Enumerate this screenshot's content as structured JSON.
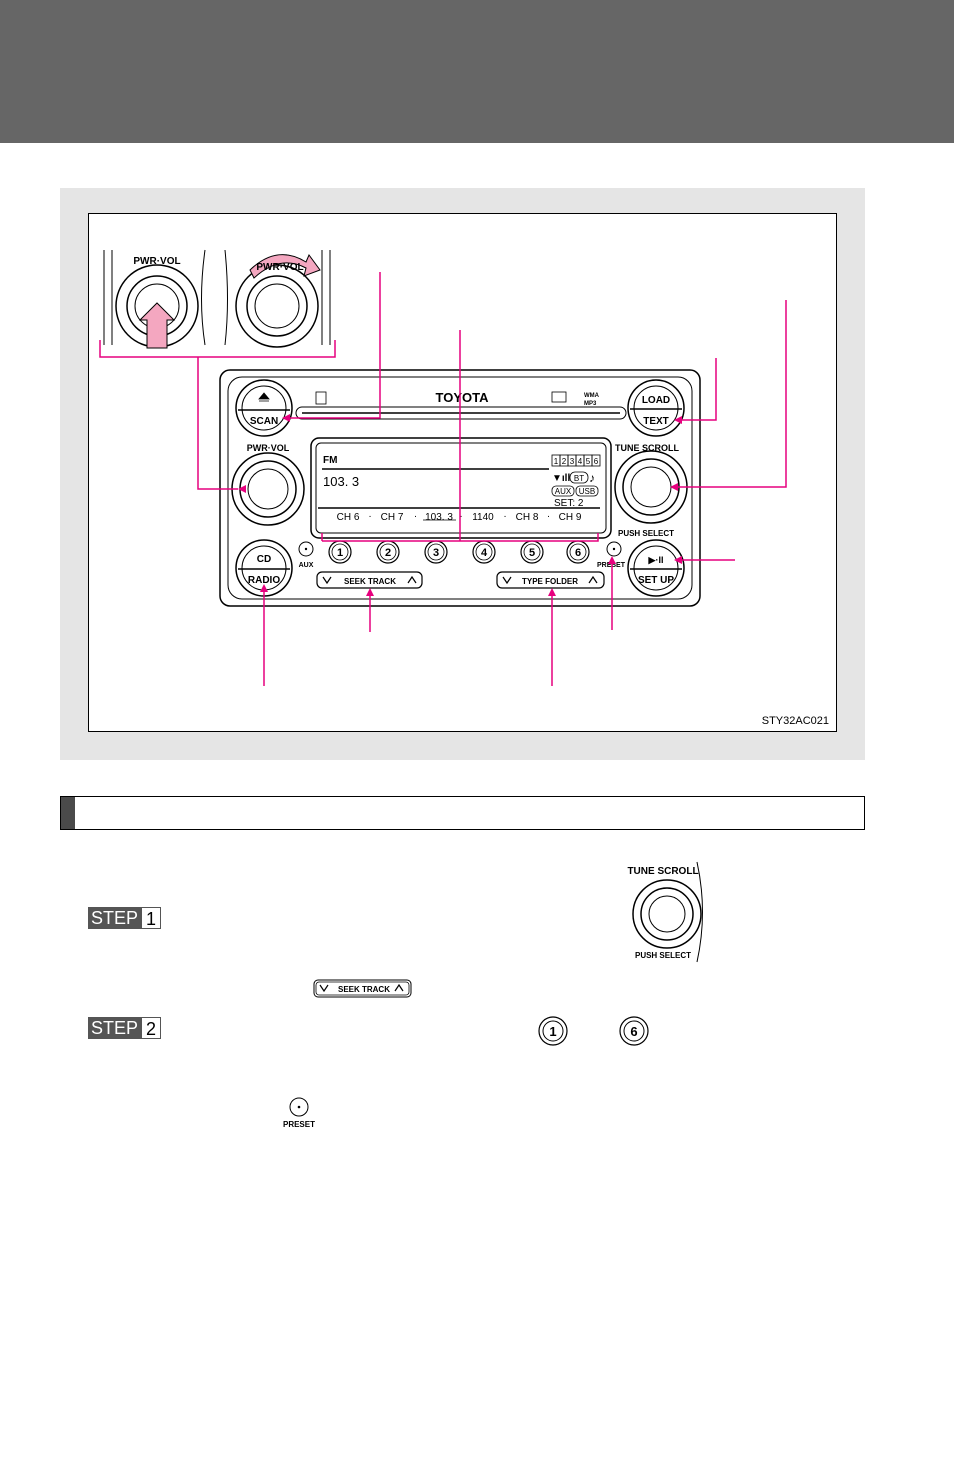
{
  "figure": {
    "brand": "TOYOTA",
    "knob_pwr_vol": "PWR·VOL",
    "scan_label": "SCAN",
    "load_label": "LOAD",
    "text_label": "TEXT",
    "tune_scroll": "TUNE SCROLL",
    "push_select": "PUSH SELECT",
    "cd_label": "CD",
    "radio_label": "RADIO",
    "aux_label": "AUX",
    "preset_label": "PRESET",
    "play_pause": "▶·II",
    "setup_label": "SET UP",
    "seek_track": "SEEK TRACK",
    "type_folder": "TYPE FOLDER",
    "display": {
      "band": "FM",
      "frequency": "103. 3",
      "aux": "AUX",
      "usb": "USB",
      "bt": "BT",
      "set": "SET:  2",
      "preset_nums": [
        "1",
        "2",
        "3",
        "4",
        "5",
        "6"
      ],
      "channels": [
        "CH 6",
        "CH 7",
        "103. 3",
        "1140",
        "CH 8",
        "CH 9"
      ]
    },
    "preset_buttons": [
      "1",
      "2",
      "3",
      "4",
      "5",
      "6"
    ],
    "figure_code": "STY32AC021",
    "callout_color": "#e6007e"
  },
  "step1": {
    "s": "STEP",
    "n": "1"
  },
  "step2": {
    "s": "STEP",
    "n": "2"
  },
  "inline_knob": {
    "top": "TUNE SCROLL",
    "bottom": "PUSH SELECT"
  },
  "inline_seek": "SEEK TRACK",
  "inline_preset_1": "1",
  "inline_preset_6": "6",
  "inline_preset_label": "PRESET"
}
